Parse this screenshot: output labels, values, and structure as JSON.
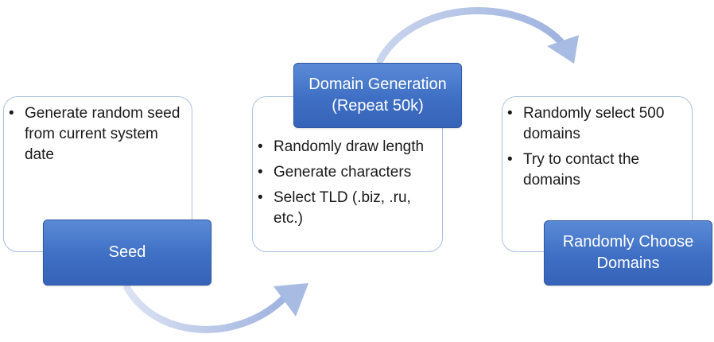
{
  "steps": [
    {
      "label": "Seed",
      "bullets": [
        "Generate random seed from current system date"
      ]
    },
    {
      "label": "Domain Generation (Repeat 50k)",
      "bullets": [
        "Randomly draw length",
        "Generate characters",
        "Select TLD (.biz, .ru, etc.)"
      ]
    },
    {
      "label": "Randomly Choose Domains",
      "bullets": [
        "Randomly select 500 domains",
        "Try to contact the domains"
      ]
    }
  ],
  "colors": {
    "label_fill": "#4472c4",
    "card_border": "#a9bfe0",
    "arrow": "#b4c3e4"
  }
}
